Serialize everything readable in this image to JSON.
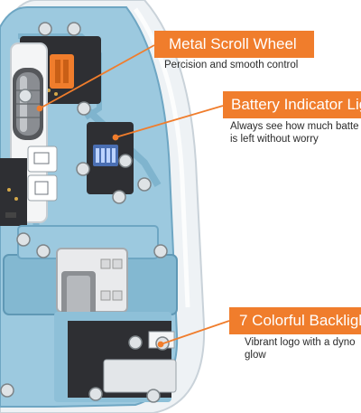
{
  "colors": {
    "accent": "#f07d2c",
    "mouse_shell": "#9cc9df",
    "mouse_shell_dark": "#6ea6c3",
    "transparent_cover": "#eef2f5",
    "circuit_board": "#2e2f33",
    "description_text": "#2b2b2b"
  },
  "features": [
    {
      "title": "Metal Scroll Wheel",
      "description": [
        "Percision and smooth control"
      ]
    },
    {
      "title": "Battery Indicator Lig",
      "description": [
        "Always see how much batte",
        "is left without worry"
      ]
    },
    {
      "title": "7 Colorful Backligh",
      "description": [
        "Vibrant logo with a dyno",
        "glow"
      ]
    }
  ],
  "icons": [
    "scroll-wheel-icon",
    "battery-led-icon",
    "usb-receiver-icon",
    "screw-icon"
  ]
}
